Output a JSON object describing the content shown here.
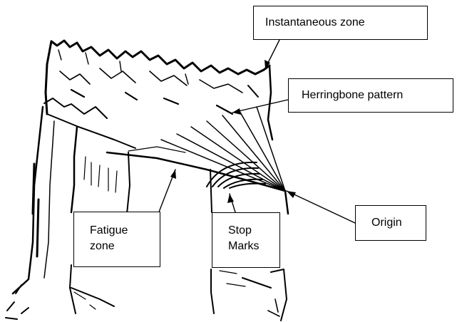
{
  "labels": {
    "instantaneous_zone": "Instantaneous zone",
    "herringbone_pattern": "Herringbone pattern",
    "origin": "Origin",
    "fatigue_zone_line1": "Fatigue",
    "fatigue_zone_line2": "zone",
    "stop_marks_line1": "Stop",
    "stop_marks_line2": "Marks"
  },
  "colors": {
    "ink": "#000000",
    "paper": "#ffffff"
  }
}
